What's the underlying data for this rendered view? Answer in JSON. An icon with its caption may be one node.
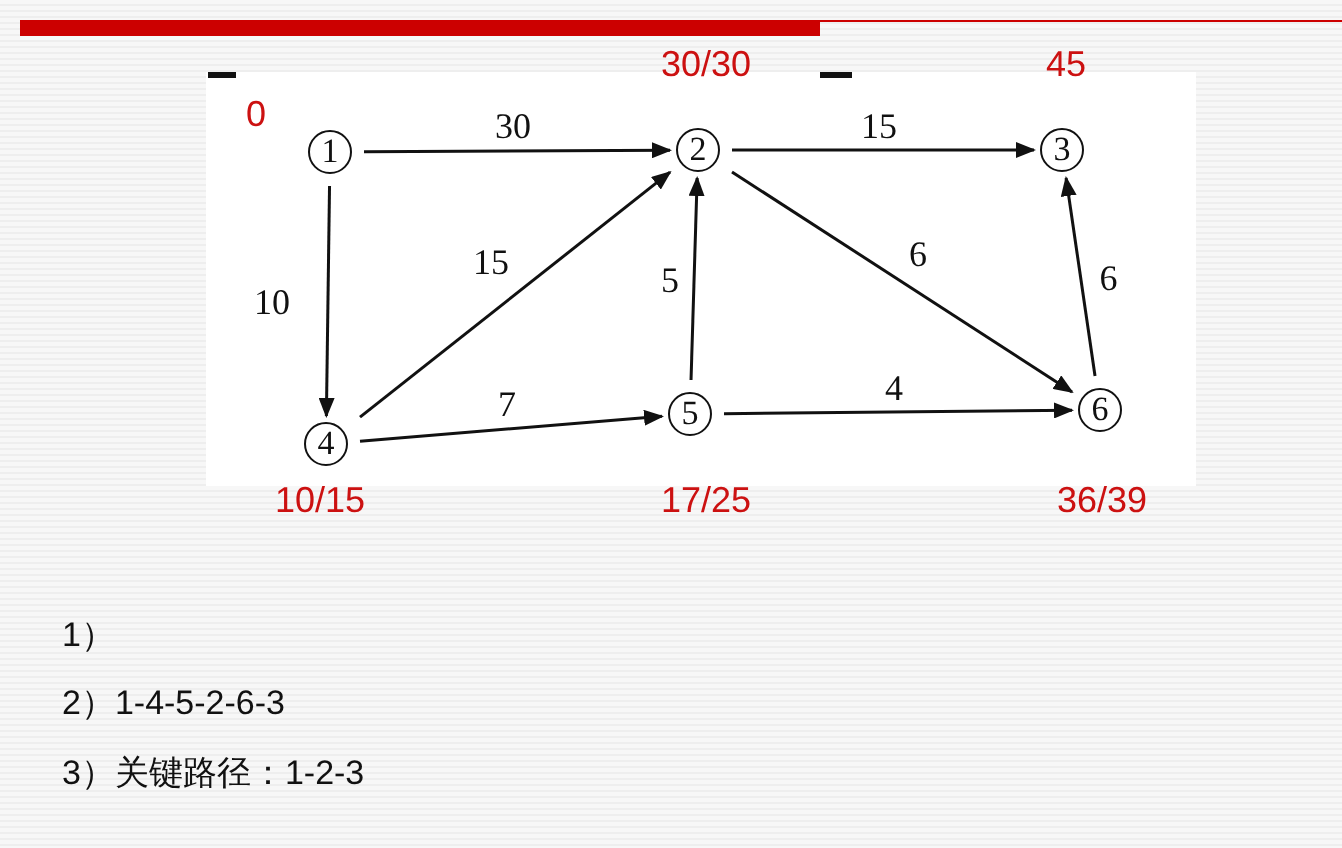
{
  "diagram": {
    "nodes": [
      {
        "text": [
          "1"
        ],
        "beside": [
          "0"
        ]
      },
      {
        "text": [
          "2"
        ],
        "beside": [
          "30/30"
        ]
      },
      {
        "text": [
          "3"
        ],
        "beside": [
          "45"
        ]
      },
      {
        "text": [
          "4"
        ],
        "beside": [
          "10/15"
        ]
      },
      {
        "text": [
          "5"
        ],
        "beside": [
          "17/25"
        ]
      },
      {
        "text": [
          "6"
        ],
        "beside": [
          "36/39"
        ]
      }
    ],
    "edges": [
      {
        "from": 0,
        "to": 1,
        "arrow": "to",
        "label": "30"
      },
      {
        "from": 1,
        "to": 2,
        "arrow": "to",
        "label": "15"
      },
      {
        "from": 0,
        "to": 3,
        "arrow": "to",
        "label": "10"
      },
      {
        "from": 3,
        "to": 1,
        "arrow": "to",
        "label": "15"
      },
      {
        "from": 1,
        "to": 5,
        "arrow": "to",
        "label": "6"
      },
      {
        "from": 4,
        "to": 1,
        "arrow": "to",
        "label": "5"
      },
      {
        "from": 3,
        "to": 4,
        "arrow": "to",
        "label": "7"
      },
      {
        "from": 4,
        "to": 5,
        "arrow": "to",
        "label": "4"
      },
      {
        "from": 5,
        "to": 2,
        "arrow": "to",
        "label": "6"
      }
    ],
    "labels": [
      "1）",
      "2）1-4-5-2-6-3",
      "3）关键路径：1-2-3"
    ]
  }
}
